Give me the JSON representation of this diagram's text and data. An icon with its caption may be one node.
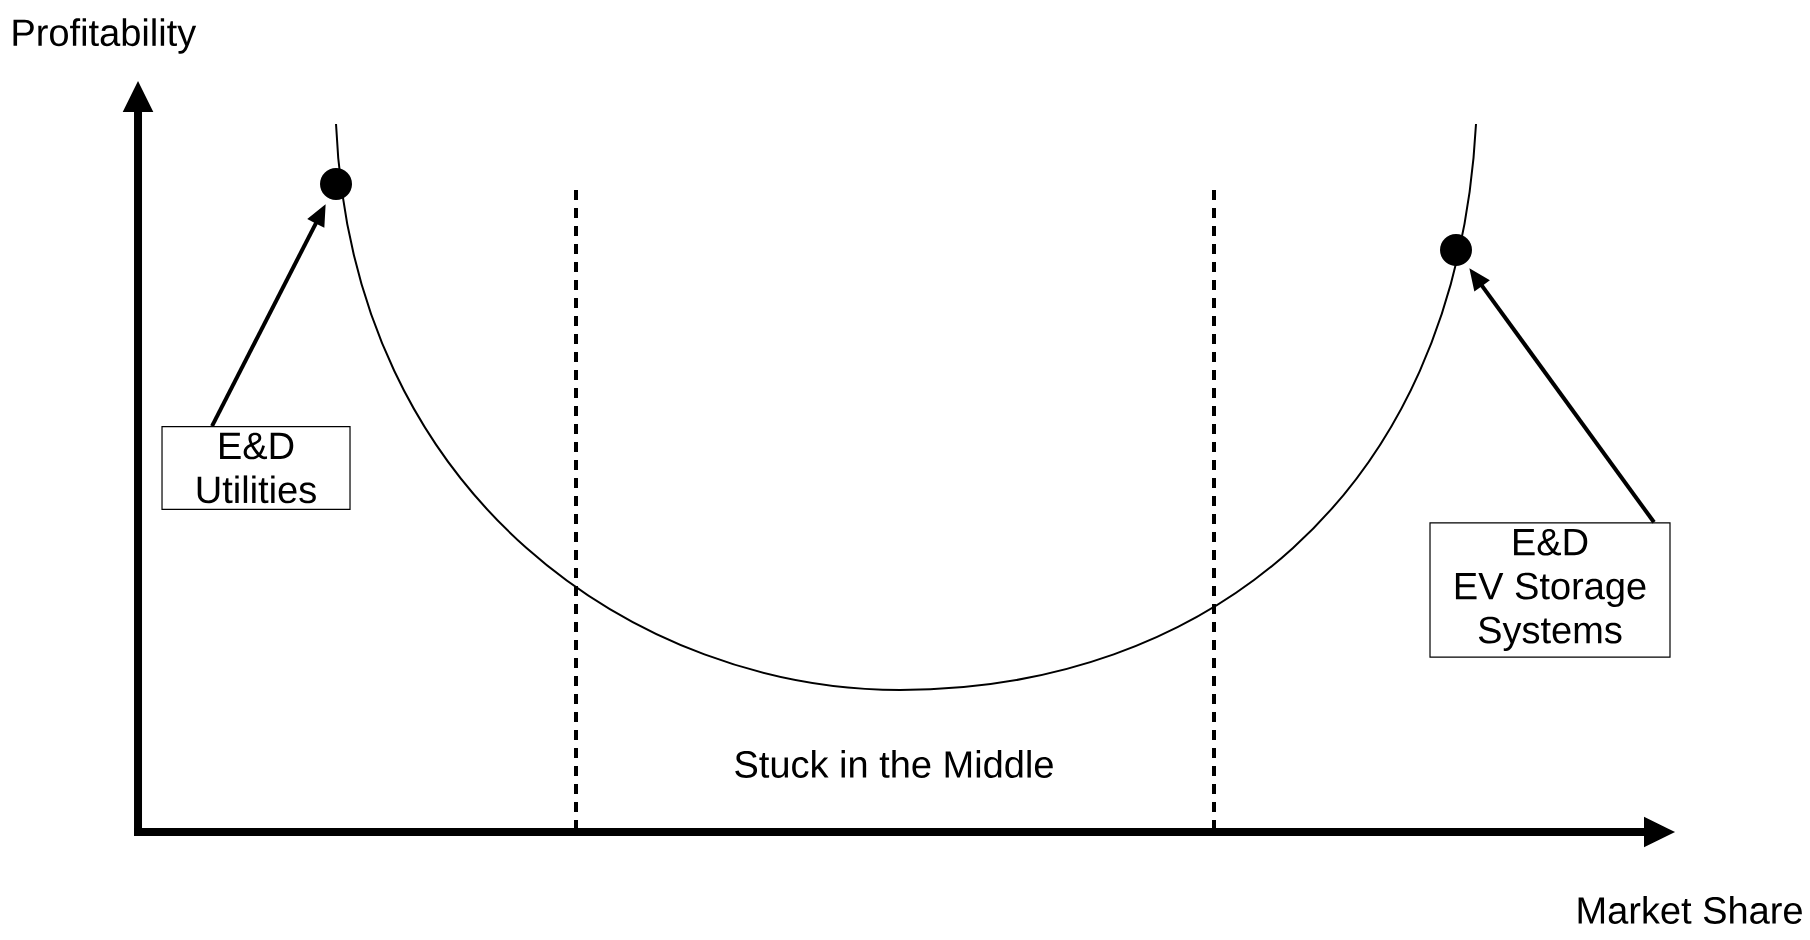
{
  "diagram": {
    "nodes": [
      {
        "text": [
          "E&D Utilities"
        ]
      },
      {
        "text": [],
        "shape": "circle"
      },
      {
        "text": [],
        "shape": "circle"
      },
      {
        "text": [
          "E&D EV Storage Systems"
        ]
      }
    ],
    "edges": [
      {
        "from": 0,
        "to": 1,
        "arrow": "to"
      },
      {
        "from": 3,
        "to": 2,
        "arrow": "to"
      }
    ],
    "labels": [
      "Profitability",
      "Market Share",
      "Stuck in the Middle"
    ]
  }
}
